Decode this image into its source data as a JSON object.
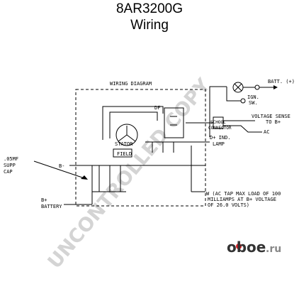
{
  "header": {
    "part_number": "8AR3200G",
    "subtitle": "Wiring"
  },
  "diagram": {
    "heading": "WIRING DIAGRAM",
    "labels": {
      "df": "DF",
      "stator": "STATOR",
      "field": "FIELD",
      "b_minus": "B-",
      "cap_1": ".05MF",
      "cap_2": "SUPP",
      "cap_3": "CAP",
      "b_plus": "B+",
      "battery": "BATTERY",
      "d_plus": "D+ IND.",
      "lamp": "LAMP",
      "batt": "BATT. (+)",
      "ign_1": "IGN.",
      "ign_2": "SW.",
      "vsense_1": "VOLTAGE SENSE",
      "vsense_2": "TO B+",
      "ac": "AC",
      "connector_1": "SCHOOL",
      "connector_2": "CONNECTOR",
      "w_1": "W (AC TAP MAX LOAD OF 100",
      "w_2": "MILLIAMPS AT B+ VOLTAGE",
      "w_3": "OF 26.0 VOLTS)"
    }
  },
  "watermark": {
    "text": "UNCONTROLLED COPY",
    "color": "#d4d4d4"
  },
  "logo": {
    "brand": "oboe",
    "tld": ".ru",
    "brand_color": "#333333",
    "tld_color": "#888888",
    "dot_color": "#e31e24"
  }
}
